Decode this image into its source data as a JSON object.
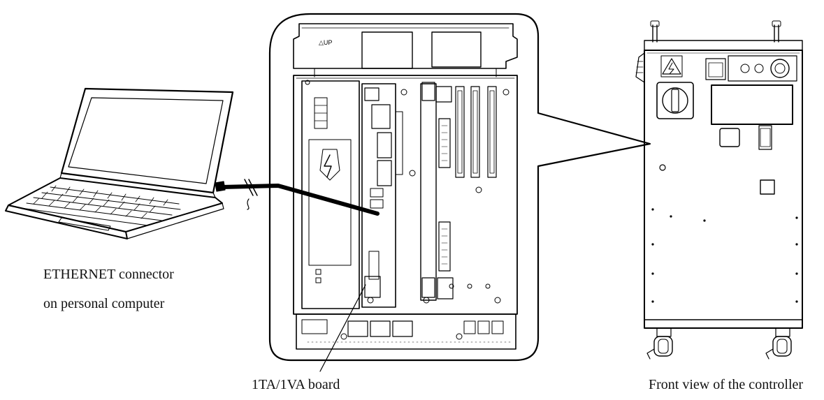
{
  "diagram": {
    "captions": {
      "pc_line1": "ETHERNET connector",
      "pc_line2": "on personal computer",
      "board": "1TA/1VA board",
      "controller": "Front view of the controller"
    },
    "panel_marks": {
      "up_label": "△UP"
    }
  }
}
